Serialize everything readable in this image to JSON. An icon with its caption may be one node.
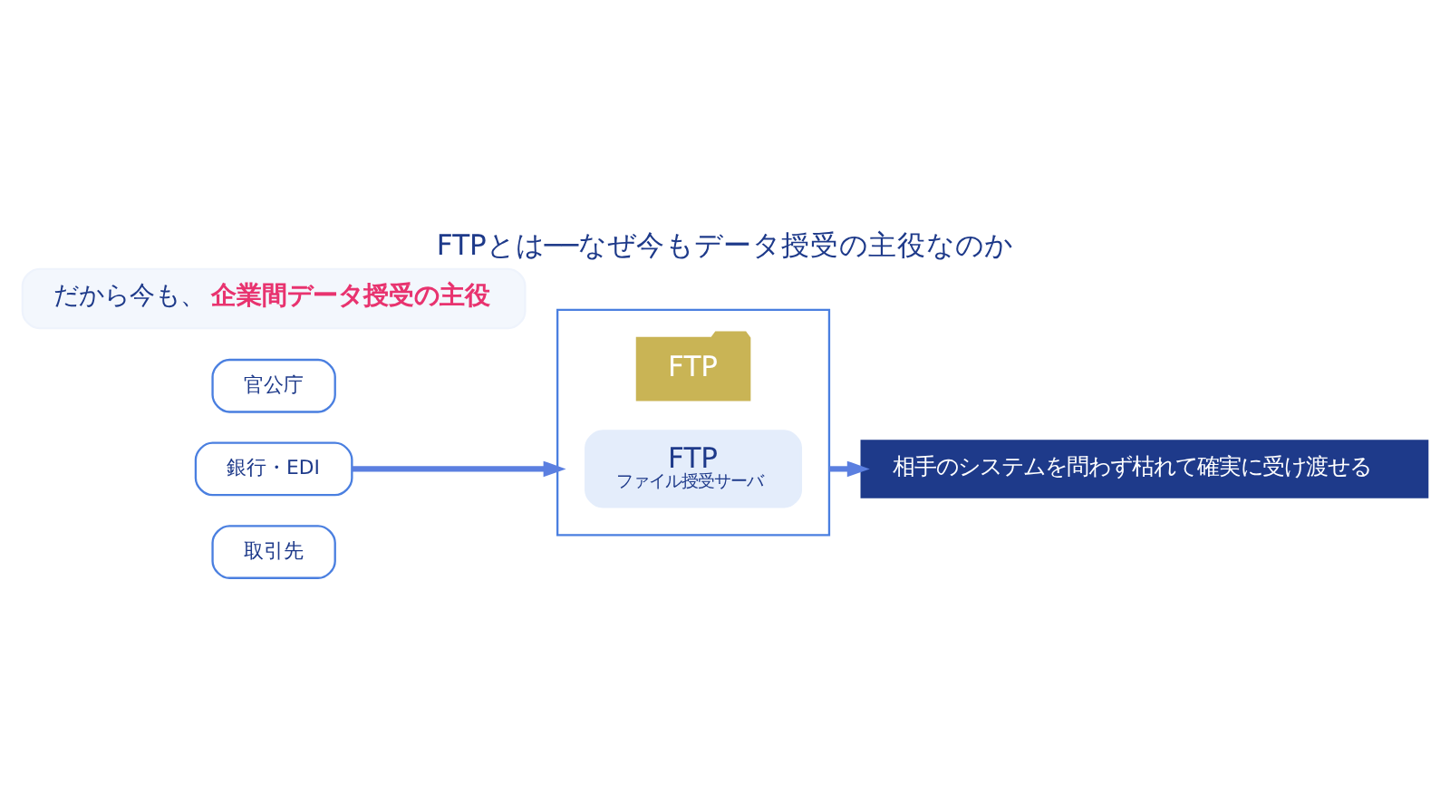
{
  "diagram": {
    "title": "FTPとは──なぜ今もデータ授受の主役なのか",
    "nodes": [
      {
        "text": [
          "取引先"
        ]
      },
      {
        "text": [
          "銀行・EDI"
        ]
      },
      {
        "text": [
          "官公庁"
        ]
      },
      {
        "text": [],
        "shape": "box"
      },
      {
        "text": [
          "FTP"
        ],
        "in": 3
      },
      {
        "text": [
          "FTP",
          "ファイル授受サーバ"
        ],
        "in": 3
      },
      {
        "text": [
          "相手のシステムを問わず枯れて確実に受け渡せる"
        ]
      },
      {
        "text": [
          "だから今も、**企業間データ授受の主役**"
        ]
      }
    ],
    "edges": [
      {
        "from": 1,
        "to": 3,
        "arrow": "to"
      },
      {
        "from": 3,
        "to": 6,
        "arrow": "to"
      }
    ]
  }
}
